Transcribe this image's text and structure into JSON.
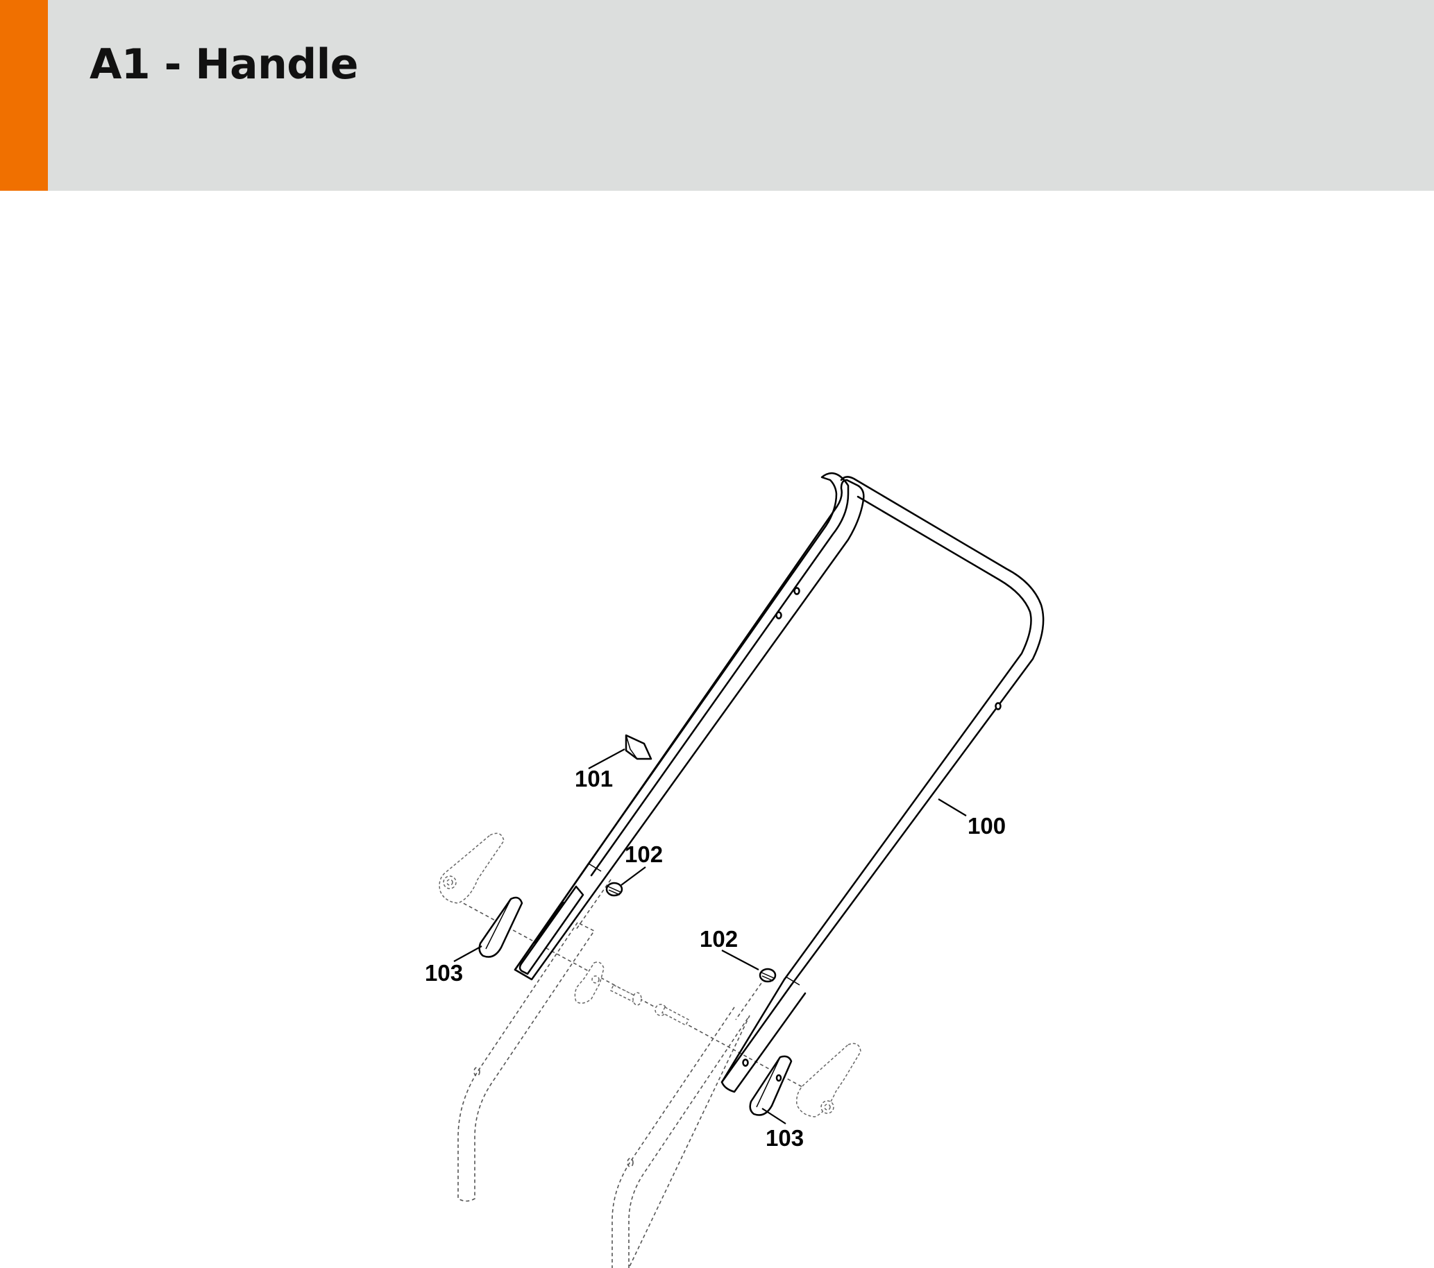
{
  "header": {
    "title": "A1 - Handle",
    "accent_color": "#f07000",
    "background_color": "#dcdedd"
  },
  "callouts": {
    "c100": "100",
    "c101": "101",
    "c102a": "102",
    "c102b": "102",
    "c103a": "103",
    "c103b": "103"
  }
}
